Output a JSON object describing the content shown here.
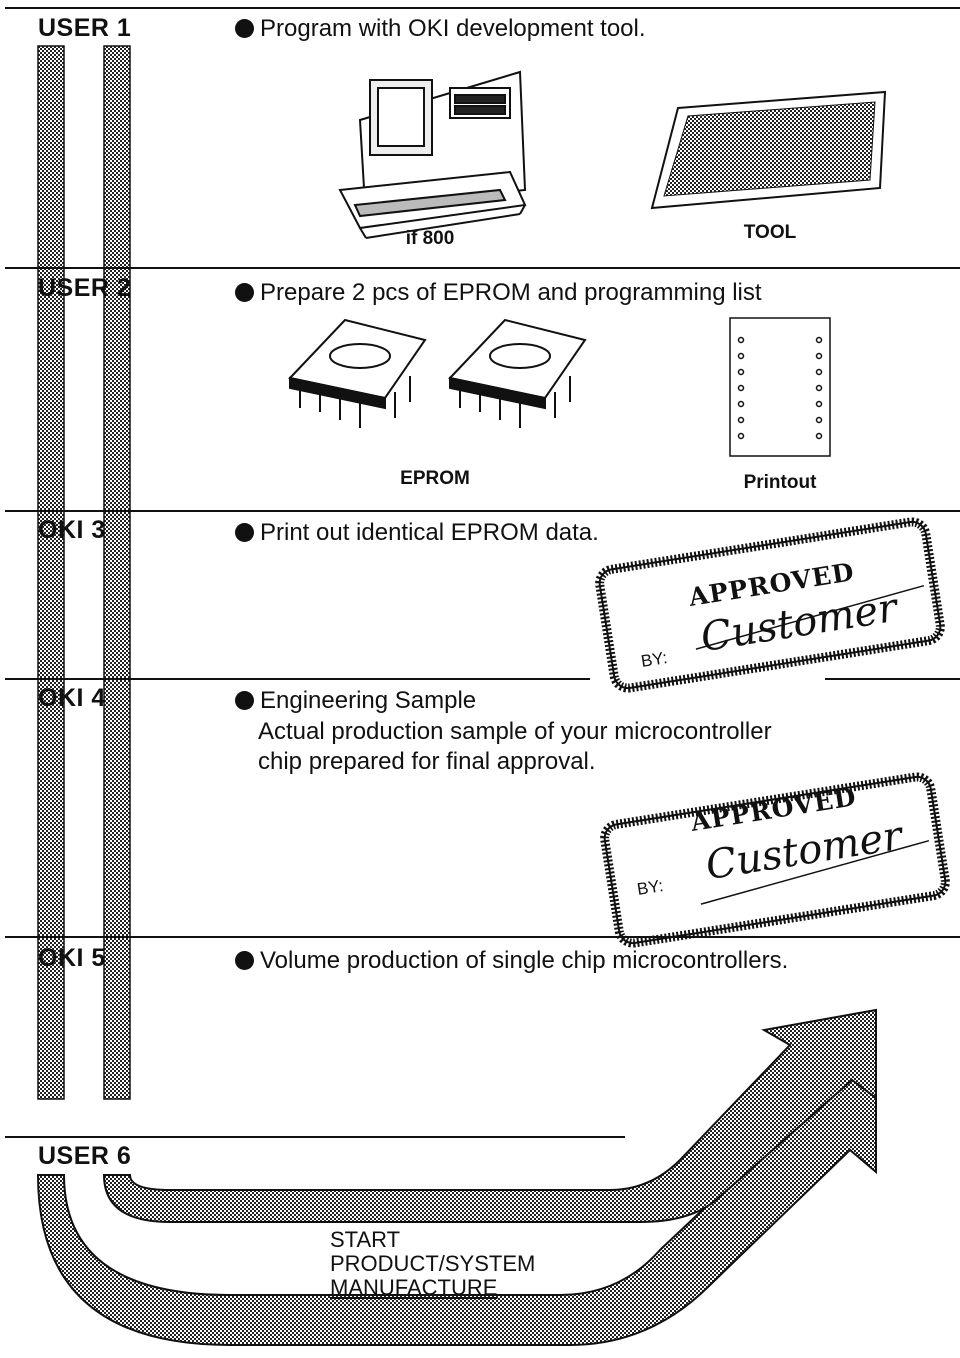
{
  "steps": [
    {
      "label": "USER 1",
      "text": "Program with OKI development tool.",
      "captions": [
        "if 800",
        "TOOL"
      ]
    },
    {
      "label": "USER 2",
      "text": "Prepare 2 pcs of EPROM and programming list",
      "captions": [
        "EPROM",
        "Printout"
      ]
    },
    {
      "label": "OKI 3",
      "text": "Print out identical EPROM data."
    },
    {
      "label": "OKI 4",
      "text": "Engineering Sample",
      "detail": [
        "Actual production sample of your microcontroller",
        "chip prepared for final approval."
      ]
    },
    {
      "label": "OKI 5",
      "text": "Volume production of single chip microcontrollers."
    },
    {
      "label": "USER 6"
    }
  ],
  "stamp": {
    "title": "APPROVED",
    "by": "BY:",
    "signature": "Customer"
  },
  "final": [
    "START",
    "PRODUCT/SYSTEM",
    "MANUFACTURE"
  ],
  "colors": {
    "ink": "#111111",
    "paper": "#ffffff"
  }
}
